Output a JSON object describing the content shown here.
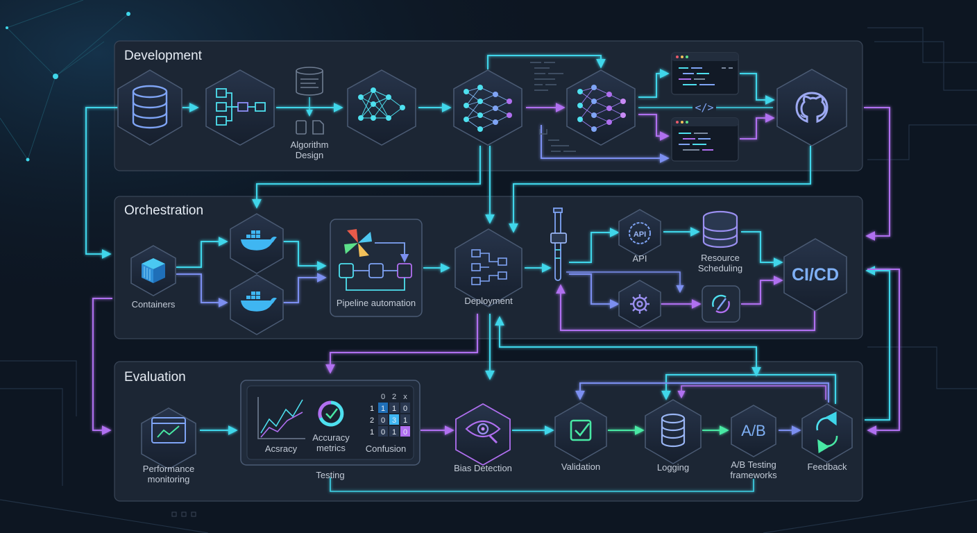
{
  "sections": {
    "development": "Development",
    "orchestration": "Orchestration",
    "evaluation": "Evaluation"
  },
  "labels": {
    "algorithm_design_1": "Algorithm",
    "algorithm_design_2": "Design",
    "containers": "Containers",
    "pipeline_automation": "Pipeline automation",
    "deployment": "Deployment",
    "api": "API",
    "resource_scheduling_1": "Resource",
    "resource_scheduling_2": "Scheduling",
    "cicd": "CI/CD",
    "performance_monitoring_1": "Performance",
    "performance_monitoring_2": "monitoring",
    "testing": "Testing",
    "accuracy_chart": "Acsracy",
    "accuracy_metrics_1": "Accuracy",
    "accuracy_metrics_2": "metrics",
    "confusion": "Confusion",
    "bias_detection": "Bias Detection",
    "validation": "Validation",
    "logging": "Logging",
    "ab_testing_1": "A/B Testing",
    "ab_testing_2": "frameworks",
    "feedback": "Feedback",
    "ab_icon_text": "A/B",
    "api_icon_text": "API",
    "code_icon_text": "</>"
  },
  "confusion_matrix": {
    "col_headers": [
      "0",
      "2",
      "x"
    ],
    "rows": [
      [
        "1",
        "1",
        "1",
        "0"
      ],
      [
        "2",
        "0",
        "3",
        "1"
      ],
      [
        "1",
        "0",
        "1",
        "0"
      ]
    ]
  },
  "colors": {
    "cyan": "#3fd6ea",
    "purple": "#b06ff0",
    "blue": "#6f8ff0",
    "green": "#48e8a4",
    "panel": "#1c2634"
  },
  "icons": {
    "database": "database-icon",
    "flow": "flowchart-icon",
    "network": "neural-network-icon",
    "github": "github-icon",
    "docker": "docker-whale-icon",
    "container": "container-cube-icon",
    "pinwheel": "airflow-pinwheel-icon",
    "gear": "gear-icon",
    "eye": "eye-magnifier-icon",
    "check": "check-icon",
    "refresh": "refresh-icon"
  }
}
